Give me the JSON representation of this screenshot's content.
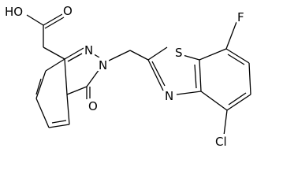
{
  "molecule": {
    "atoms": {
      "ho": "HO",
      "o_carbonyl_acid": "O",
      "n_ring_2": "N",
      "n_ring_3": "N",
      "o_ketone": "O",
      "s_thiazole": "S",
      "n_thiazole": "N",
      "f": "F",
      "cl": "Cl"
    },
    "colors": {
      "bonds": "#000000",
      "labels": "#000000",
      "background": "#ffffff"
    }
  }
}
